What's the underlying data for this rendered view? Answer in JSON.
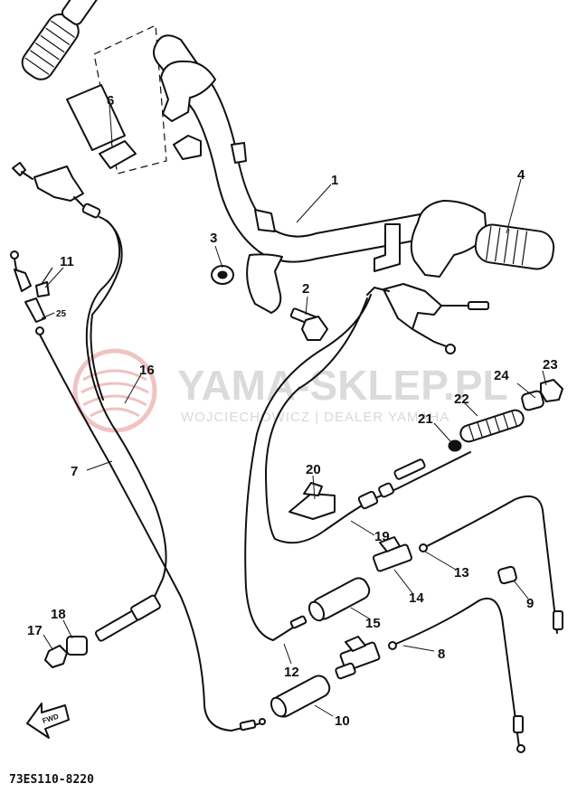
{
  "diagram_code": "73ES110-8220",
  "watermark": {
    "title": "YAMA-SKLEP.PL",
    "subtitle": "WOJCIECHOWICZ | DEALER YAMAHA"
  },
  "direction_label": "FWD",
  "callouts": [
    "1",
    "2",
    "3",
    "4",
    "6",
    "7",
    "8",
    "9",
    "10",
    "11",
    "12",
    "13",
    "14",
    "15",
    "16",
    "17",
    "18",
    "19",
    "20",
    "21",
    "22",
    "23",
    "24",
    "25"
  ]
}
